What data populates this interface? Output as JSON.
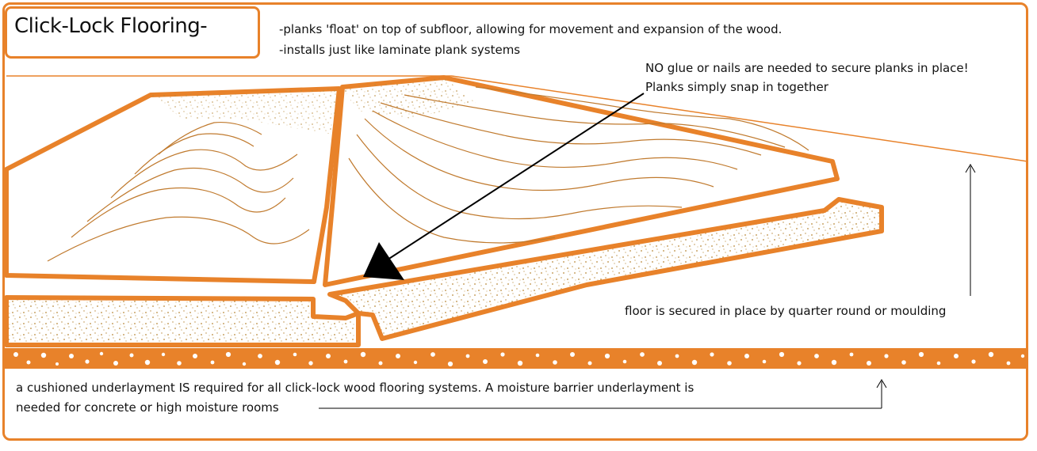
{
  "title": "Click-Lock Flooring-",
  "notes": {
    "float": "-planks 'float' on top of subfloor, allowing for movement and expansion of the wood.",
    "installs": "-installs just like laminate plank systems",
    "no_glue_1": "NO glue or nails are needed to secure planks in place!",
    "no_glue_2": "Planks simply snap in together",
    "secured": "floor is secured in place by quarter round or moulding",
    "underlay_1": "a cushioned underlayment IS required for all click-lock wood flooring systems. A moisture barrier underlayment is",
    "underlay_2": "needed for concrete or high moisture rooms"
  },
  "colors": {
    "outline": "#E8822A",
    "grain": "#C07A2E",
    "speckle": "#B8893A",
    "arrow": "#000000"
  }
}
